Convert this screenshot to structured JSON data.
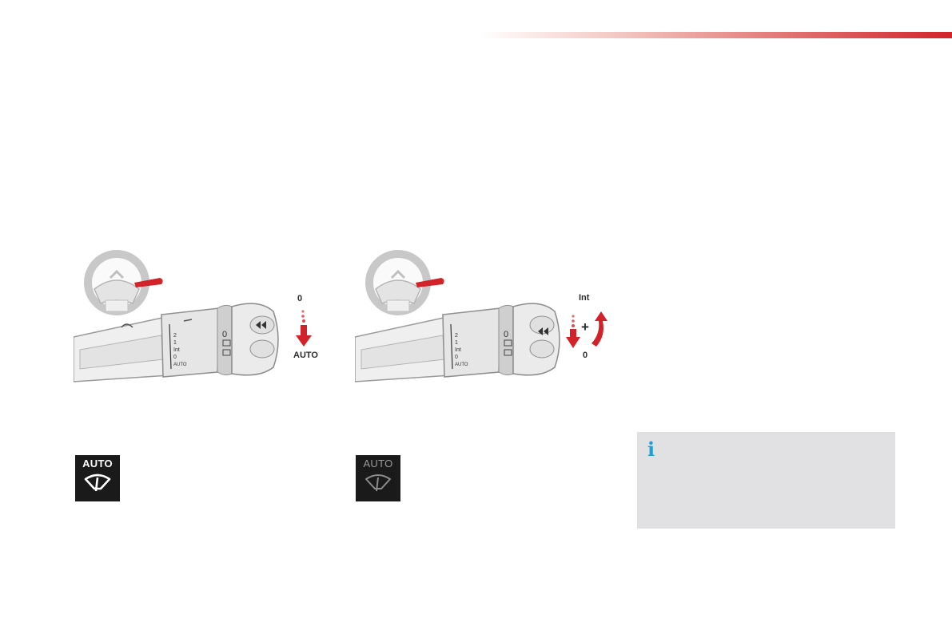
{
  "colors": {
    "accent_red": "#d2232a",
    "info_blue": "#1ea0d7",
    "info_box_bg": "#e1e1e3",
    "badge_bg": "#1a1a1a"
  },
  "figure_left": {
    "label_top": "0",
    "label_bottom": "AUTO",
    "scale_labels": [
      "2",
      "1",
      "Int",
      "0",
      "AUTO"
    ],
    "ring_label": "0"
  },
  "figure_right": {
    "label_top": "Int",
    "label_plus": "+",
    "label_bottom": "0",
    "scale_labels": [
      "2",
      "1",
      "Int",
      "0",
      "AUTO"
    ],
    "ring_label": "0"
  },
  "badge_left": {
    "text": "AUTO",
    "icon": "wiper-icon",
    "state": "active"
  },
  "badge_right": {
    "text": "AUTO",
    "icon": "wiper-icon",
    "state": "inactive"
  },
  "info_box": {
    "icon": "info-icon",
    "glyph": "i"
  }
}
